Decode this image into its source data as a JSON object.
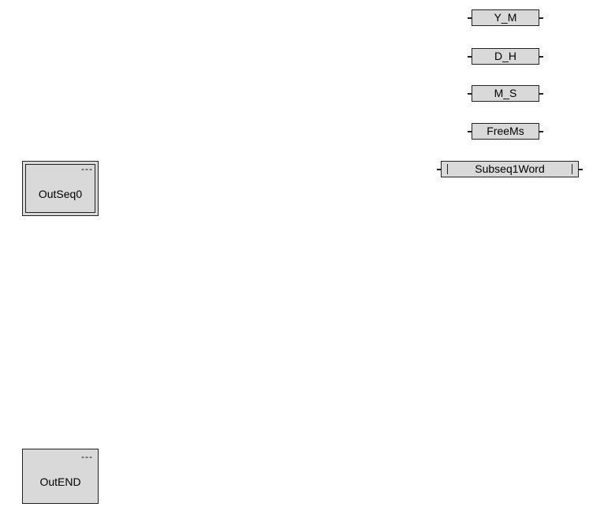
{
  "steps": [
    {
      "id": "outseq0",
      "name": "OutSeq0",
      "marker": "---",
      "initial": true
    },
    {
      "id": "outend",
      "name": "OutEND",
      "marker": "---",
      "initial": false
    }
  ],
  "variables": [
    {
      "id": "y_m",
      "label": "Y_M"
    },
    {
      "id": "d_h",
      "label": "D_H"
    },
    {
      "id": "m_s",
      "label": "M_S"
    },
    {
      "id": "freems",
      "label": "FreeMs"
    },
    {
      "id": "subseq1word",
      "label": "Subseq1Word"
    }
  ]
}
